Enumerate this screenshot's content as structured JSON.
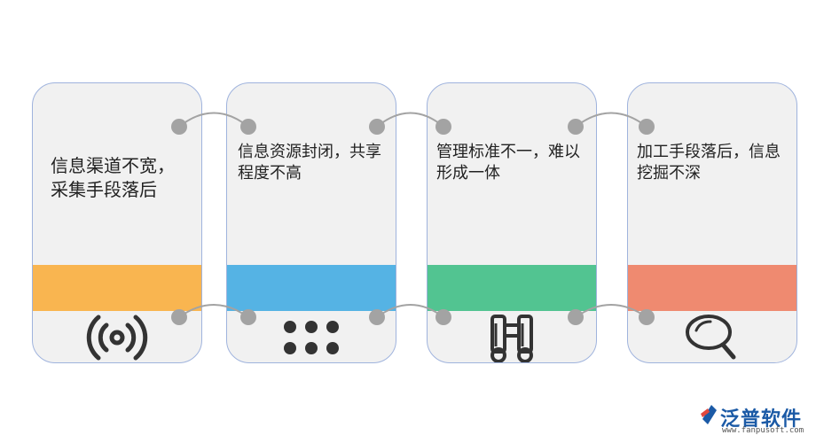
{
  "cards": [
    {
      "text": "信息渠道不宽，采集手段落后",
      "band_color": "#f9b550",
      "icon": "wireless-signal-icon"
    },
    {
      "text": "信息资源封闭，共享程度不高",
      "band_color": "#55b3e4",
      "icon": "six-dots-grid-icon"
    },
    {
      "text": "管理标准不一，难以形成一体",
      "band_color": "#52c491",
      "icon": "binoculars-icon"
    },
    {
      "text": "加工手段落后，信息挖掘不深",
      "band_color": "#ef8a70",
      "icon": "magnifier-icon"
    }
  ],
  "colors": {
    "card_bg": "#f1f1f1",
    "card_border": "#9fb3dd",
    "connector": "#a3a3a3",
    "icon": "#333333"
  },
  "logo": {
    "brand": "泛普软件",
    "url": "www.fanpusoft.com"
  }
}
